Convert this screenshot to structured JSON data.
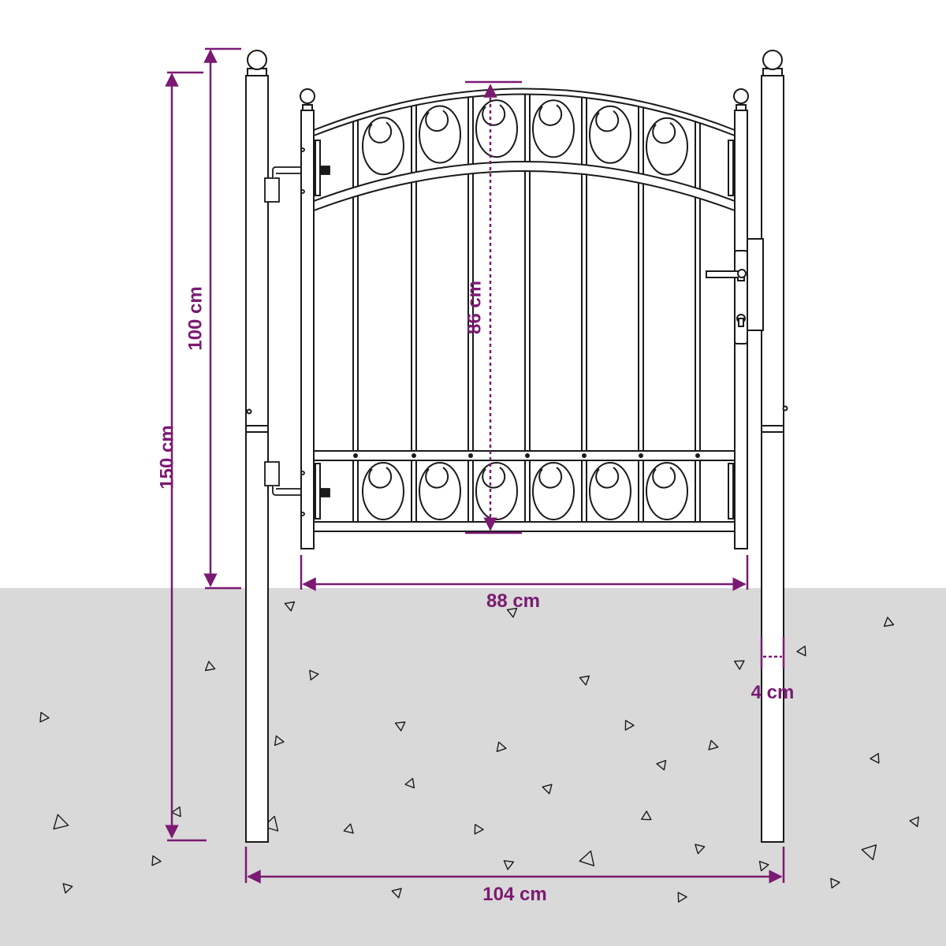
{
  "labels": {
    "total_height": "150 cm",
    "post_above_ground": "100 cm",
    "gate_height": "86 cm",
    "gate_width": "88 cm",
    "total_width": "104 cm",
    "post_thickness": "4 cm"
  },
  "colors": {
    "accent": "#7b1a72",
    "ground": "#d9d9d9",
    "line": "#1a1a1a",
    "background": "#ffffff"
  }
}
